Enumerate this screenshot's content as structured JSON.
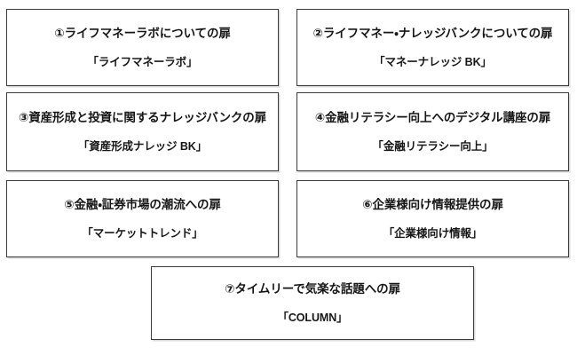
{
  "page": {
    "background_color": "#ffffff",
    "border_color": "#3b3b3b",
    "text_color": "#161616"
  },
  "boxes": [
    {
      "id": "door-1",
      "title": "①ライフマネーラボについての扉",
      "subtitle": "「ライフマネーラボ」"
    },
    {
      "id": "door-2",
      "title": "②ライフマネー・ナレッジバンクについての扉",
      "subtitle": "「マネーナレッジ BK」"
    },
    {
      "id": "door-3",
      "title": "③資産形成と投資に関するナレッジバンクの扉",
      "subtitle": "「資産形成ナレッジ BK」"
    },
    {
      "id": "door-4",
      "title": "④金融リテラシー向上へのデジタル講座の扉",
      "subtitle": "「金融リテラシー向上」"
    },
    {
      "id": "door-5",
      "title": "⑤金融・証券市場の潮流への扉",
      "subtitle": "「マーケットトレンド」"
    },
    {
      "id": "door-6",
      "title": "⑥企業様向け情報提供の扉",
      "subtitle": "「企業様向け情報」"
    },
    {
      "id": "door-7",
      "title": "⑦タイムリーで気楽な話題への扉",
      "subtitle": "「COLUMN」"
    }
  ]
}
